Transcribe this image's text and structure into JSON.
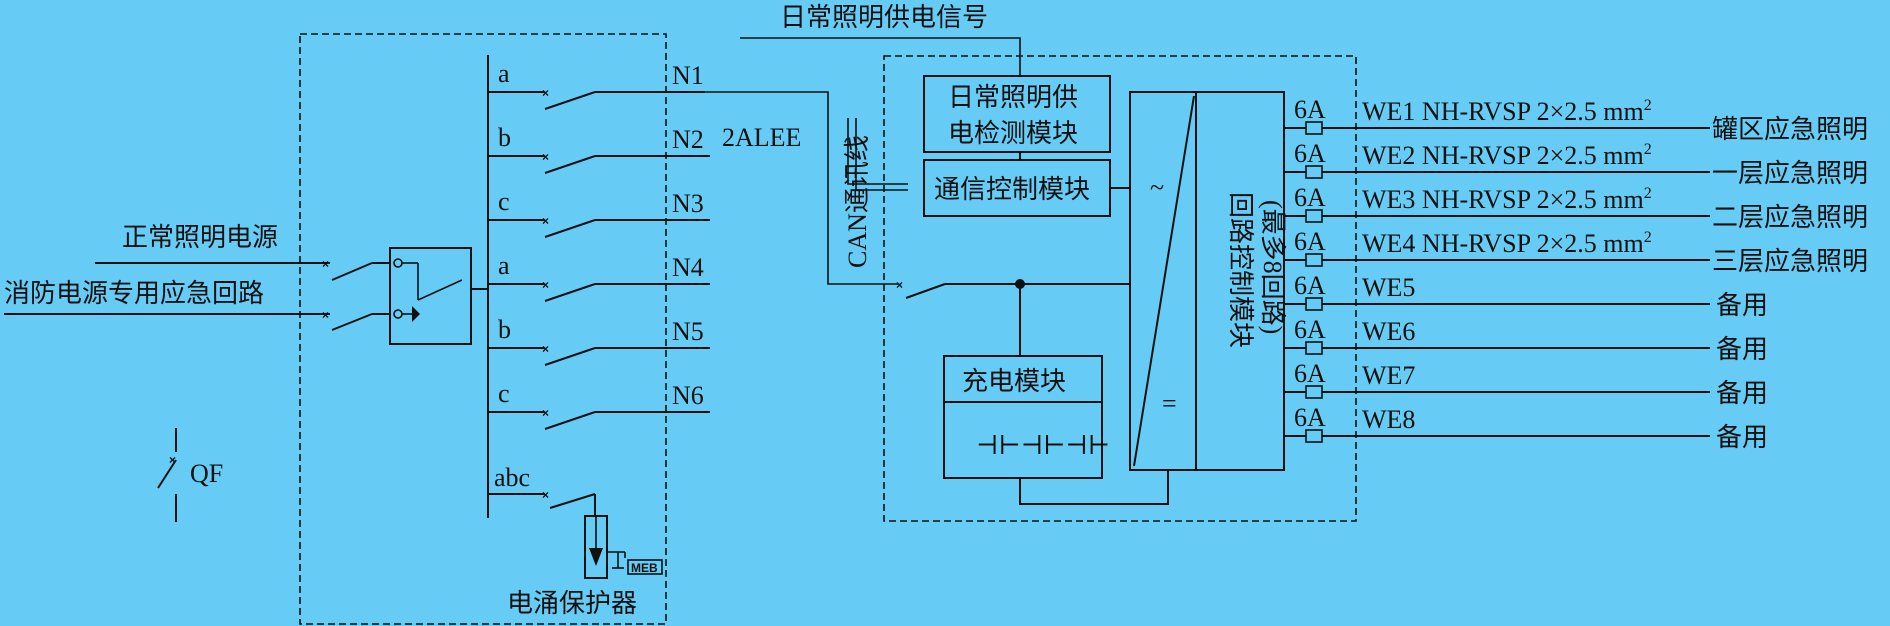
{
  "top_signal": "日常照明供电信号",
  "sources": [
    "正常照明电源",
    "消防电源专用应急回路"
  ],
  "qf": "QF",
  "panel_switches": [
    {
      "phase": "a",
      "out": "N1"
    },
    {
      "phase": "b",
      "out": "N2"
    },
    {
      "phase": "c",
      "out": "N3"
    },
    {
      "phase": "a",
      "out": "N4"
    },
    {
      "phase": "b",
      "out": "N5"
    },
    {
      "phase": "c",
      "out": "N6"
    }
  ],
  "abc": "abc",
  "meb": "MEB",
  "spd": "电涌保护器",
  "feeder_name": "2ALEE",
  "can_line": "CAN通讯线",
  "detect_module": [
    "日常照明供",
    "电检测模块"
  ],
  "comm_module": "通信控制模块",
  "charge_module": "充电模块",
  "battery": "⊣⊢⊣⊢⊣⊢",
  "inverter_ac": "~",
  "inverter_dc": "=",
  "loop_module": [
    "回路控制模块",
    "(最多8回路)"
  ],
  "circuits": [
    {
      "rating": "6A",
      "id": "WE1 NH-RVSP 2×2.5 mm",
      "sup": "2",
      "load": "罐区应急照明"
    },
    {
      "rating": "6A",
      "id": "WE2 NH-RVSP 2×2.5 mm",
      "sup": "2",
      "load": "一层应急照明"
    },
    {
      "rating": "6A",
      "id": "WE3 NH-RVSP 2×2.5 mm",
      "sup": "2",
      "load": "二层应急照明"
    },
    {
      "rating": "6A",
      "id": "WE4 NH-RVSP 2×2.5 mm",
      "sup": "2",
      "load": "三层应急照明"
    },
    {
      "rating": "6A",
      "id": "WE5",
      "sup": "",
      "load": "备用"
    },
    {
      "rating": "6A",
      "id": "WE6",
      "sup": "",
      "load": "备用"
    },
    {
      "rating": "6A",
      "id": "WE7",
      "sup": "",
      "load": "备用"
    },
    {
      "rating": "6A",
      "id": "WE8",
      "sup": "",
      "load": "备用"
    }
  ]
}
